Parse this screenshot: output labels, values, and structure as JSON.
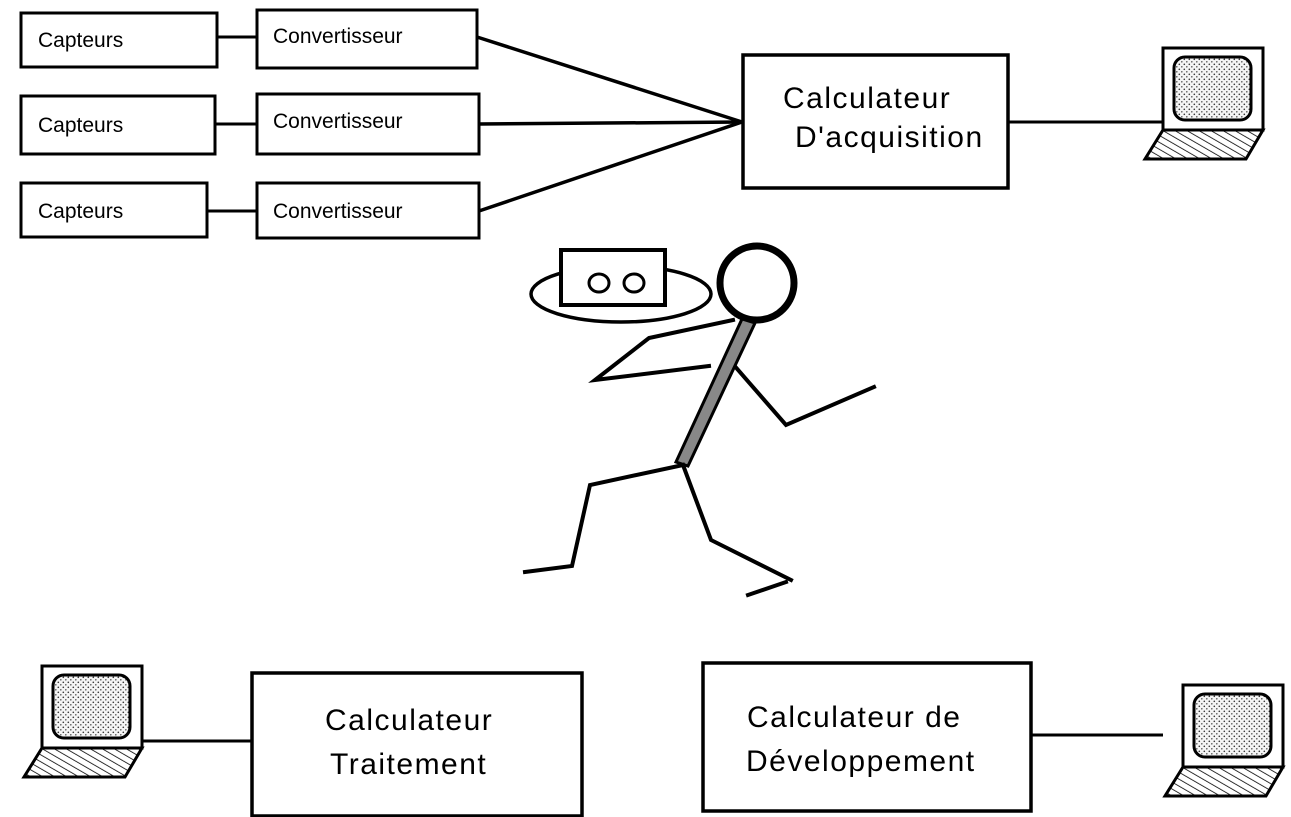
{
  "sensor_rows": [
    {
      "sensor": "Capteurs",
      "converter": "Convertisseur"
    },
    {
      "sensor": "Capteurs",
      "converter": "Convertisseur"
    },
    {
      "sensor": "Capteurs",
      "converter": "Convertisseur"
    }
  ],
  "acquisition": {
    "line1": "Calculateur",
    "line2": "D'acquisition"
  },
  "traitement": {
    "line1": "Calculateur",
    "line2": "Traitement"
  },
  "developpement": {
    "line1": "Calculateur de",
    "line2": "Développement"
  }
}
